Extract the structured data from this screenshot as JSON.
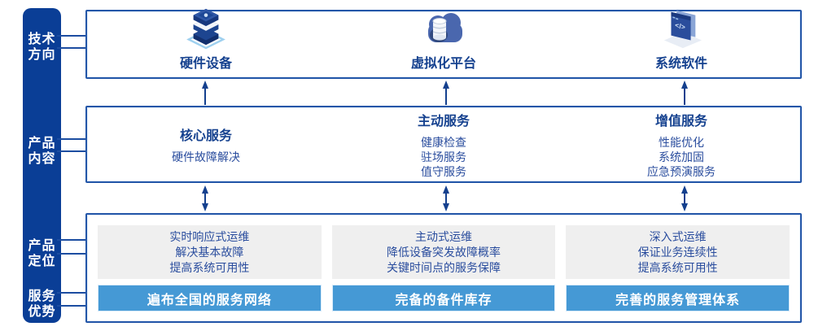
{
  "palette": {
    "sidebar_navy": "#0a3e96",
    "connector_blue": "#1c4da1",
    "box_border_blue": "#2356a8",
    "heading_navy": "#15418f",
    "body_blue": "#2a4d9e",
    "banner_blue": "#4599d5",
    "gray_panel": "#efefef",
    "arrow_navy": "#14408e"
  },
  "sidebar": {
    "labels": [
      {
        "text": "技术\n方向"
      },
      {
        "text": "产品\n内容"
      },
      {
        "text": "产品\n定位"
      },
      {
        "text": "服务\n优势"
      }
    ]
  },
  "tech_row": {
    "items": [
      {
        "icon": "server-stack",
        "label": "硬件设备"
      },
      {
        "icon": "cloud-database",
        "label": "虚拟化平台"
      },
      {
        "icon": "code-window",
        "label": "系统软件"
      }
    ]
  },
  "service_row": {
    "columns": [
      {
        "title": "核心服务",
        "items": [
          "硬件故障解决"
        ]
      },
      {
        "title": "主动服务",
        "items": [
          "健康检查",
          "驻场服务",
          "值守服务"
        ]
      },
      {
        "title": "增值服务",
        "items": [
          "性能优化",
          "系统加固",
          "应急预演服务"
        ]
      }
    ]
  },
  "positioning_row": {
    "columns": [
      {
        "lines": [
          "实时响应式运维",
          "解决基本故障",
          "提高系统可用性"
        ],
        "banner": "遍布全国的服务网络"
      },
      {
        "lines": [
          "主动式运维",
          "降低设备突发故障概率",
          "关键时间点的服务保障"
        ],
        "banner": "完备的备件库存"
      },
      {
        "lines": [
          "深入式运维",
          "保证业务连续性",
          "提高系统可用性"
        ],
        "banner": "完善的服务管理体系"
      }
    ]
  }
}
